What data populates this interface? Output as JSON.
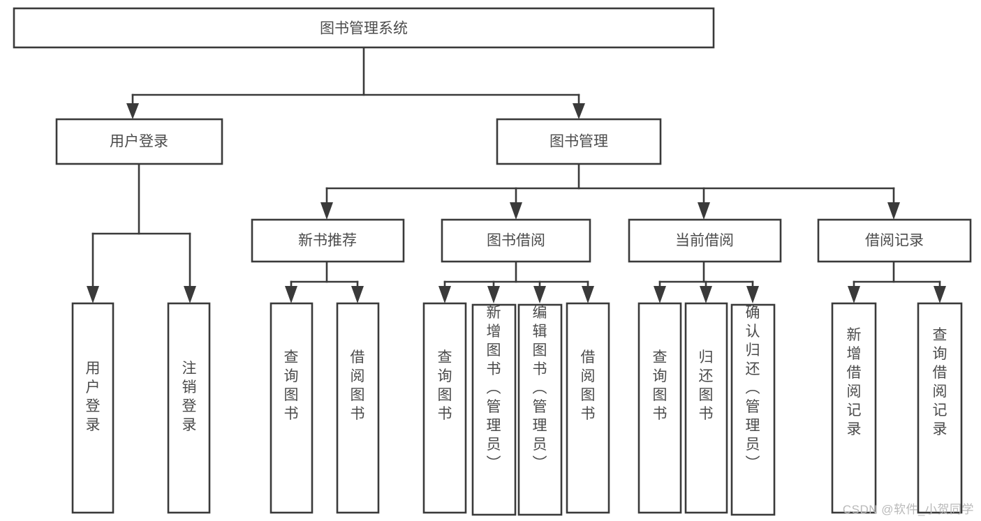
{
  "diagram": {
    "title": "图书管理系统",
    "watermark": "CSDN @软件_小贺同学",
    "colors": {
      "box_stroke": "#3a3a3a",
      "box_fill": "#ffffff",
      "label_text": "#4b4b4b",
      "watermark_text": "#b9b9b9",
      "background": "#ffffff"
    },
    "root": {
      "label": "图书管理系统"
    },
    "level2": [
      {
        "label": "用户登录"
      },
      {
        "label": "图书管理"
      }
    ],
    "level3": [
      {
        "label": "新书推荐"
      },
      {
        "label": "图书借阅"
      },
      {
        "label": "当前借阅"
      },
      {
        "label": "借阅记录"
      }
    ],
    "leaves": {
      "user_login": [
        {
          "label": "用户登录"
        },
        {
          "label": "注销登录"
        }
      ],
      "new_book_recommend": [
        {
          "label": "查询图书"
        },
        {
          "label": "借阅图书"
        }
      ],
      "book_borrow": [
        {
          "label": "查询图书"
        },
        {
          "label": "新增图书（管理员）"
        },
        {
          "label": "编辑图书（管理员）"
        },
        {
          "label": "借阅图书"
        }
      ],
      "current_borrow": [
        {
          "label": "查询图书"
        },
        {
          "label": "归还图书"
        },
        {
          "label": "确认归还（管理员）"
        }
      ],
      "borrow_record": [
        {
          "label": "新增借阅记录"
        },
        {
          "label": "查询借阅记录"
        }
      ]
    }
  }
}
